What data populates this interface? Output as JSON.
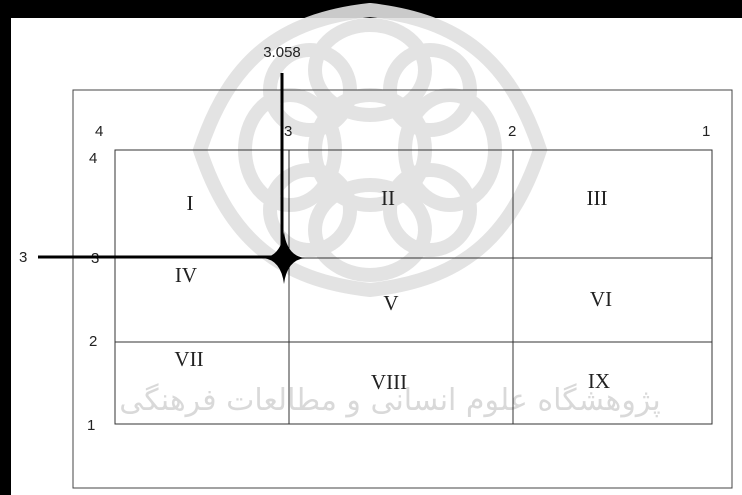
{
  "top_value": "3.058",
  "left_value": "3",
  "top_scale": [
    "4",
    "3",
    "2",
    "1"
  ],
  "left_scale": [
    "4",
    "3",
    "2",
    "1"
  ],
  "cells": [
    "I",
    "II",
    "III",
    "IV",
    "V",
    "VI",
    "VII",
    "VIII",
    "IX"
  ],
  "watermark_text": "پژوهشگاه علوم انسانی و مطالعات فرهنگی",
  "colors": {
    "frame": "#000000",
    "grid": "#444444",
    "watermark": "#d9d9d9"
  }
}
